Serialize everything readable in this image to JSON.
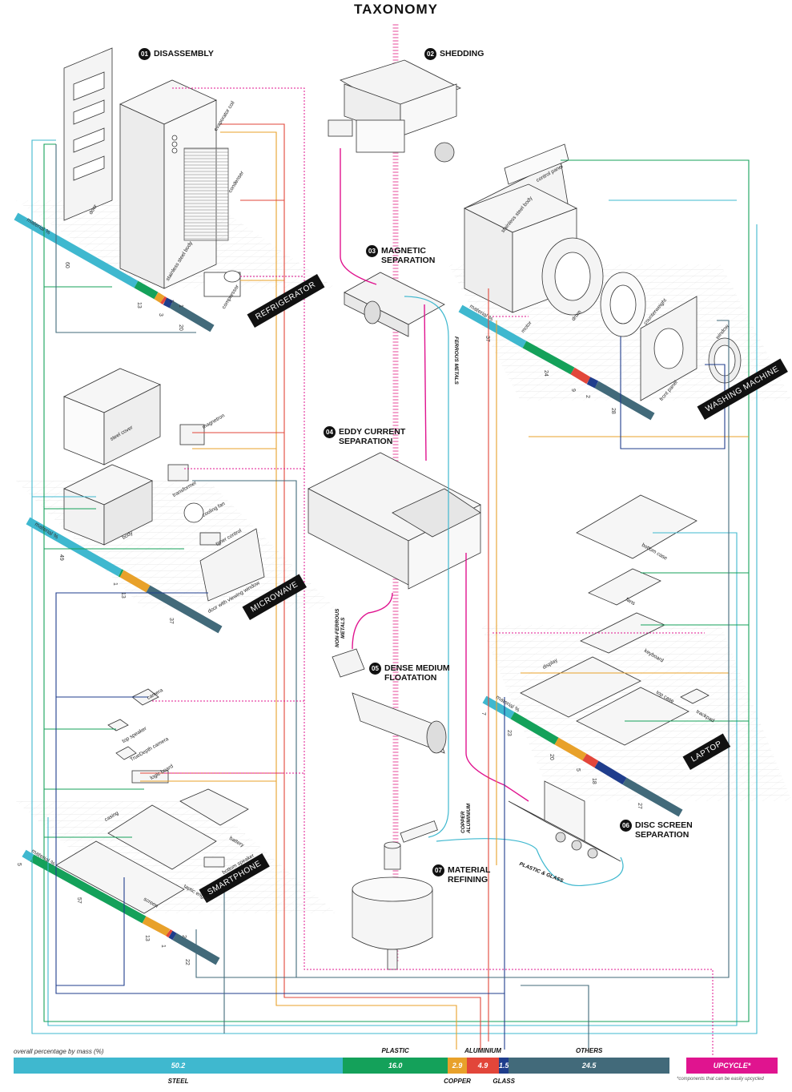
{
  "title": "TAXONOMY",
  "colors": {
    "steel": "#3fb8cf",
    "plastic": "#14a15a",
    "copper": "#e8a12a",
    "aluminium": "#e2463a",
    "glass": "#1f3d8c",
    "others": "#426a7a",
    "upcycle": "#e0148f"
  },
  "steps": [
    {
      "num": "01",
      "label": "DISASSEMBLY"
    },
    {
      "num": "02",
      "label": "SHEDDING"
    },
    {
      "num": "03",
      "label": "MAGNETIC\nSEPARATION"
    },
    {
      "num": "04",
      "label": "EDDY CURRENT\nSEPARATION"
    },
    {
      "num": "05",
      "label": "DENSE MEDIUM\nFLOATATION"
    },
    {
      "num": "06",
      "label": "DISC SCREEN\nSEPARATION"
    },
    {
      "num": "07",
      "label": "MATERIAL\nREFINING"
    }
  ],
  "flow_labels": {
    "ferrous": "FERROUS METALS",
    "nonferrous": "NON-FERROUS\nMETALS",
    "copper_alu": "COPPER\nALUMINIUM",
    "plastic_glass": "PLASTIC & GLASS"
  },
  "products": [
    {
      "name": "REFRIGERATOR",
      "material_label": "material %",
      "values": [
        "60",
        "13",
        "3",
        "1",
        "3",
        "20"
      ],
      "components": [
        "door",
        "evaporator coil",
        "condenser",
        "stainless steel body",
        "compressor"
      ]
    },
    {
      "name": "MICROWAVE",
      "material_label": "material %",
      "values": [
        "49",
        "1",
        "13",
        "37"
      ],
      "components": [
        "steel cover",
        "magnetron",
        "transformer",
        "cooling fan",
        "body",
        "timer control",
        "door with viewing window"
      ]
    },
    {
      "name": "WASHING MACHINE",
      "material_label": "material %",
      "values": [
        "37",
        "24",
        "9",
        "2",
        "28"
      ],
      "components": [
        "control panel",
        "stainless steel body",
        "drum",
        "motor",
        "counterweight",
        "front panel",
        "window"
      ]
    },
    {
      "name": "LAPTOP",
      "material_label": "material %",
      "values": [
        "7",
        "23",
        "20",
        "5",
        "18",
        "27"
      ],
      "components": [
        "bottom case",
        "fans",
        "keyboard",
        "display",
        "top case",
        "trackpad"
      ]
    },
    {
      "name": "SMARTPHONE",
      "material_label": "material %",
      "values": [
        "5",
        "57",
        "13",
        "1",
        "2",
        "22"
      ],
      "components": [
        "camera",
        "top speaker",
        "TrueDepth camera",
        "logic board",
        "casing",
        "battery",
        "screen",
        "taptic engine",
        "bottom speaker"
      ]
    }
  ],
  "summary": {
    "caption": "overall percentage by mass (%)",
    "segments": [
      {
        "name": "STEEL",
        "value": 50.2,
        "label": "50.2",
        "pos": "below"
      },
      {
        "name": "PLASTIC",
        "value": 16.0,
        "label": "16.0",
        "pos": "above"
      },
      {
        "name": "COPPER",
        "value": 2.9,
        "label": "2.9",
        "pos": "below"
      },
      {
        "name": "ALUMINIUM",
        "value": 4.9,
        "label": "4.9",
        "pos": "above"
      },
      {
        "name": "GLASS",
        "value": 1.5,
        "label": "1.5",
        "pos": "below"
      },
      {
        "name": "OTHERS",
        "value": 24.5,
        "label": "24.5",
        "pos": "above"
      }
    ],
    "upcycle": "UPCYCLE*",
    "footnote": "*components that can be easily upcycled"
  }
}
